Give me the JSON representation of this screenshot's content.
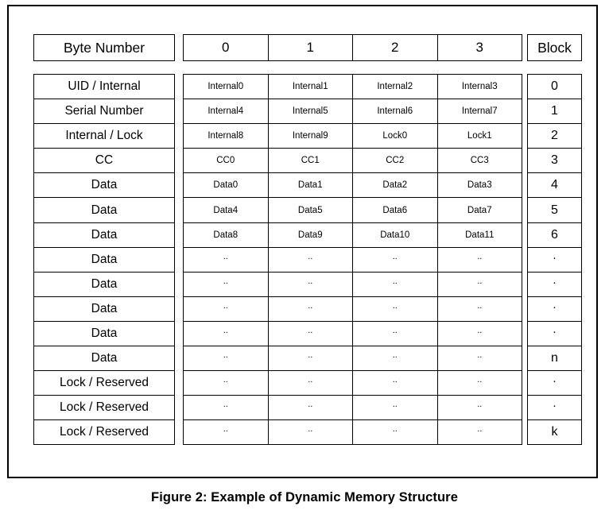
{
  "figure": {
    "caption": "Figure 2: Example of Dynamic Memory Structure"
  },
  "table": {
    "header": {
      "row_label_header": "Byte Number",
      "byte_columns": [
        "0",
        "1",
        "2",
        "3"
      ],
      "block_header": "Block"
    },
    "rows": [
      {
        "label": "UID / Internal",
        "bytes": [
          "Internal0",
          "Internal1",
          "Internal2",
          "Internal3"
        ],
        "block": "0"
      },
      {
        "label": "Serial Number",
        "bytes": [
          "Internal4",
          "Internal5",
          "Internal6",
          "Internal7"
        ],
        "block": "1"
      },
      {
        "label": "Internal / Lock",
        "bytes": [
          "Internal8",
          "Internal9",
          "Lock0",
          "Lock1"
        ],
        "block": "2"
      },
      {
        "label": "CC",
        "bytes": [
          "CC0",
          "CC1",
          "CC2",
          "CC3"
        ],
        "block": "3"
      },
      {
        "label": "Data",
        "bytes": [
          "Data0",
          "Data1",
          "Data2",
          "Data3"
        ],
        "block": "4"
      },
      {
        "label": "Data",
        "bytes": [
          "Data4",
          "Data5",
          "Data6",
          "Data7"
        ],
        "block": "5"
      },
      {
        "label": "Data",
        "bytes": [
          "Data8",
          "Data9",
          "Data10",
          "Data11"
        ],
        "block": "6"
      },
      {
        "label": "Data",
        "bytes": [
          "..",
          "..",
          "..",
          ".."
        ],
        "block": "."
      },
      {
        "label": "Data",
        "bytes": [
          "..",
          "..",
          "..",
          ".."
        ],
        "block": "."
      },
      {
        "label": "Data",
        "bytes": [
          "..",
          "..",
          "..",
          ".."
        ],
        "block": "."
      },
      {
        "label": "Data",
        "bytes": [
          "..",
          "..",
          "..",
          ".."
        ],
        "block": "."
      },
      {
        "label": "Data",
        "bytes": [
          "..",
          "..",
          "..",
          ".."
        ],
        "block": "n"
      },
      {
        "label": "Lock / Reserved",
        "bytes": [
          "..",
          "..",
          "..",
          ".."
        ],
        "block": "."
      },
      {
        "label": "Lock / Reserved",
        "bytes": [
          "..",
          "..",
          "..",
          ".."
        ],
        "block": "."
      },
      {
        "label": "Lock / Reserved",
        "bytes": [
          "..",
          "..",
          "..",
          ".."
        ],
        "block": "k"
      }
    ]
  },
  "colors": {
    "ink": "#000000",
    "paper": "#ffffff"
  }
}
